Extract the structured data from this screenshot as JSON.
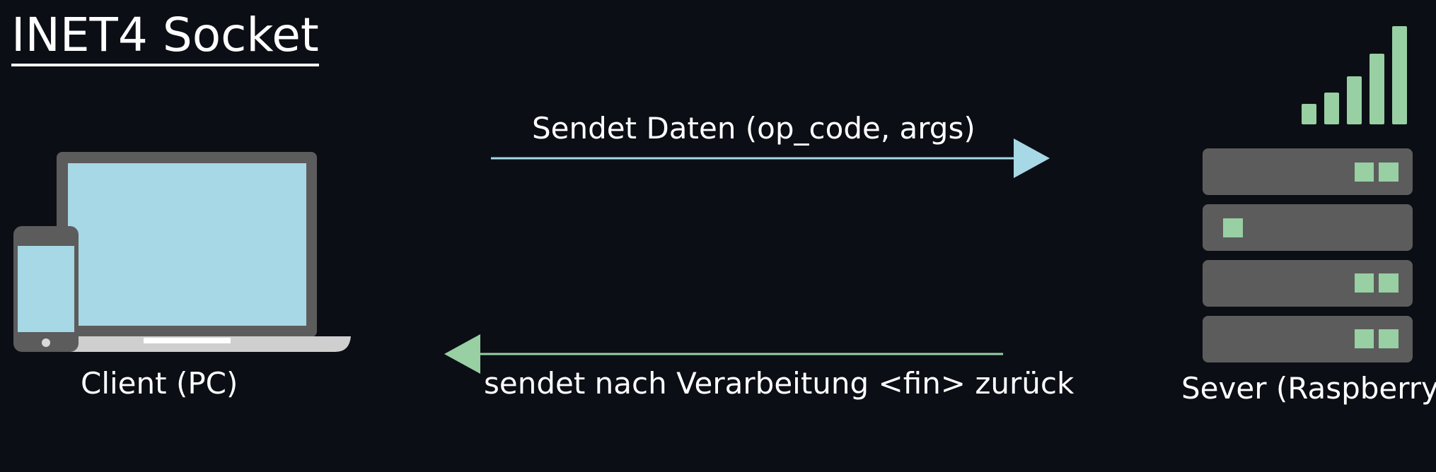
{
  "title": "INET4 Socket",
  "client": {
    "label": "Client (PC)"
  },
  "server": {
    "label": "Sever (Raspberry)"
  },
  "arrows": {
    "request_label": "Sendet Daten (op_code, args)",
    "response_label": "sendet nach Verarbeitung <fin> zurück"
  },
  "colors": {
    "background": "#0c0e16",
    "device_frame": "#5c5c5c",
    "screen": "#a7d8e5",
    "request_arrow": "#a7d8e5",
    "response_arrow": "#98cfa3",
    "server_light": "#98cfa3",
    "text": "#ffffff"
  },
  "icons": {
    "client": "laptop-and-phone-icon",
    "server": "server-rack-icon",
    "signal": "signal-strength-icon"
  }
}
